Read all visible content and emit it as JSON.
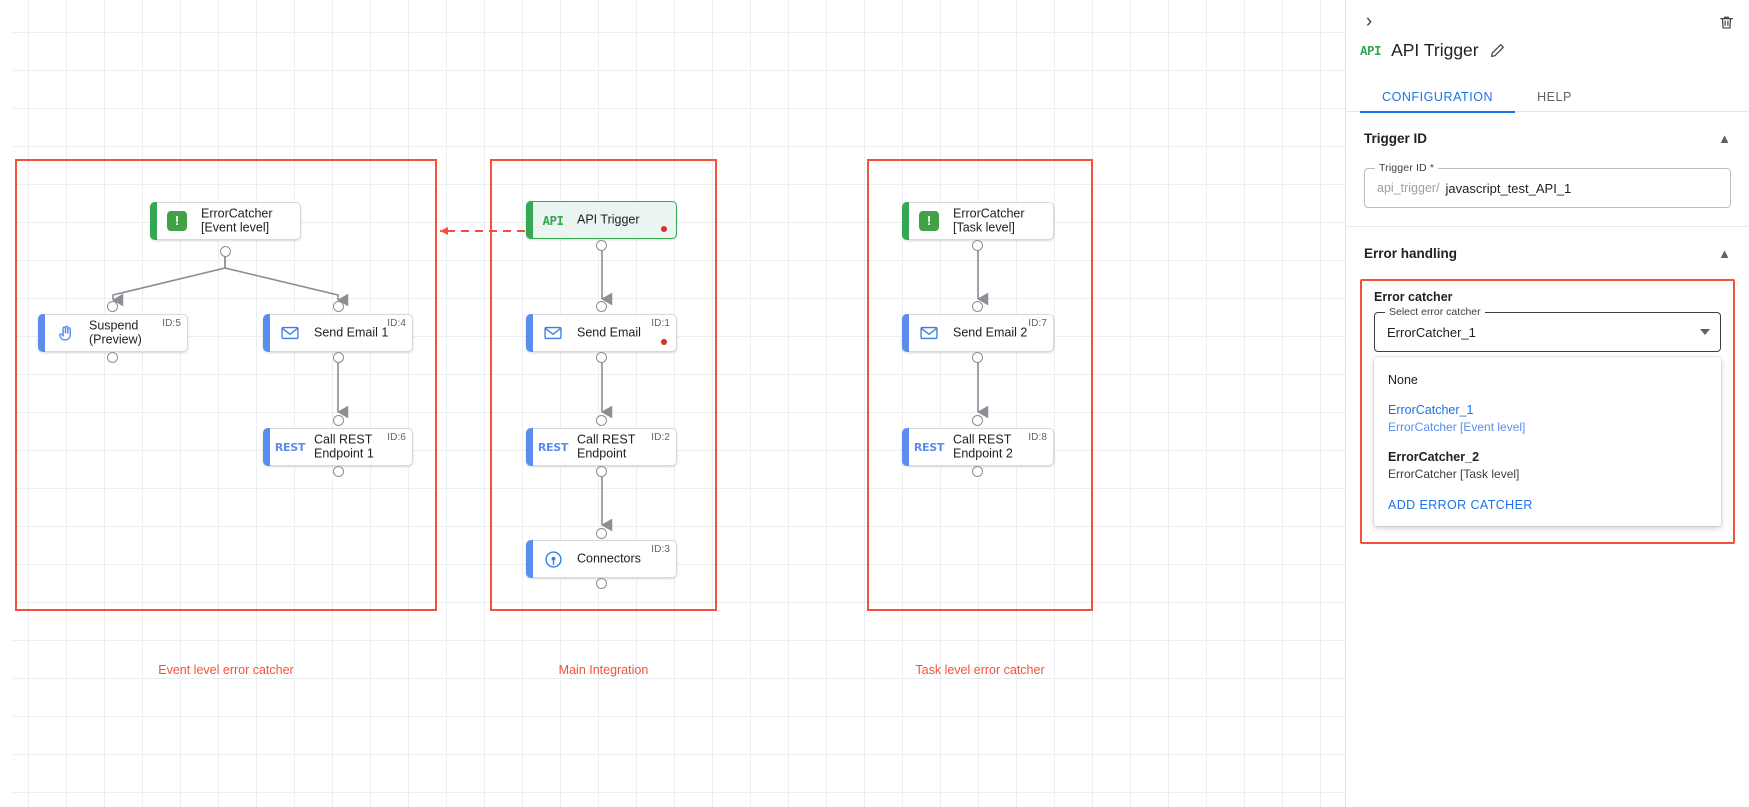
{
  "canvas": {
    "groups": [
      {
        "caption": "Event level error catcher",
        "color": "#f4503c"
      },
      {
        "caption": "Main Integration",
        "color": "#f4503c"
      },
      {
        "caption": "Task level error catcher",
        "color": "#f4503c"
      }
    ],
    "nodes": [
      {
        "key": "errorcatcher_event",
        "label": "ErrorCatcher\n[Event level]",
        "icon": "error-catcher-icon",
        "icon_text": "!",
        "id_label": "",
        "status_dot": false
      },
      {
        "key": "suspend",
        "label": "Suspend\n(Preview)",
        "icon": "hand-icon",
        "icon_text": "✋",
        "id_label": "ID:5",
        "status_dot": false
      },
      {
        "key": "send_email_1",
        "label": "Send Email 1",
        "icon": "envelope-icon",
        "icon_text": "✉",
        "id_label": "ID:4",
        "status_dot": false
      },
      {
        "key": "call_rest_1",
        "label": "Call REST\nEndpoint 1",
        "icon": "rest-icon",
        "icon_text": "REST",
        "id_label": "ID:6",
        "status_dot": false
      },
      {
        "key": "api_trigger",
        "label": "API Trigger",
        "icon": "api-icon",
        "icon_text": "API",
        "id_label": "",
        "status_dot": true
      },
      {
        "key": "send_email",
        "label": "Send Email",
        "icon": "envelope-icon",
        "icon_text": "✉",
        "id_label": "ID:1",
        "status_dot": true
      },
      {
        "key": "call_rest",
        "label": "Call REST\nEndpoint",
        "icon": "rest-icon",
        "icon_text": "REST",
        "id_label": "ID:2",
        "status_dot": false
      },
      {
        "key": "connectors",
        "label": "Connectors",
        "icon": "connectors-icon",
        "icon_text": "⚙",
        "id_label": "ID:3",
        "status_dot": false
      },
      {
        "key": "errorcatcher_task",
        "label": "ErrorCatcher\n[Task level]",
        "icon": "error-catcher-icon",
        "icon_text": "!",
        "id_label": "",
        "status_dot": false
      },
      {
        "key": "send_email_2",
        "label": "Send Email 2",
        "icon": "envelope-icon",
        "icon_text": "✉",
        "id_label": "ID:7",
        "status_dot": false
      },
      {
        "key": "call_rest_2",
        "label": "Call REST\nEndpoint 2",
        "icon": "rest-icon",
        "icon_text": "REST",
        "id_label": "ID:8",
        "status_dot": false
      }
    ]
  },
  "panel": {
    "collapse_icon": "chevron-right-icon",
    "delete_icon": "trash-icon",
    "type_badge": "API",
    "title": "API Trigger",
    "edit_icon": "pencil-icon",
    "tabs": [
      {
        "label": "CONFIGURATION",
        "active": true
      },
      {
        "label": "HELP",
        "active": false
      }
    ],
    "trigger_section": {
      "title": "Trigger ID",
      "caret": "chevron-up-icon",
      "field_legend": "Trigger ID *",
      "prefix": "api_trigger/",
      "value": "javascript_test_API_1"
    },
    "error_section": {
      "title": "Error handling",
      "caret": "chevron-up-icon",
      "box_label": "Error catcher",
      "select_legend": "Select error catcher",
      "selected": "ErrorCatcher_1",
      "dropdown_icon": "chevron-down-icon",
      "options": [
        {
          "primary": "None",
          "secondary": "",
          "selected": false
        },
        {
          "primary": "ErrorCatcher_1",
          "secondary": "ErrorCatcher [Event level]",
          "selected": true
        },
        {
          "primary": "ErrorCatcher_2",
          "secondary": "ErrorCatcher [Task level]",
          "selected": false
        }
      ],
      "action_label": "ADD ERROR CATCHER"
    }
  },
  "colors": {
    "accent": "#1a73e8",
    "danger": "#f4503c",
    "success": "#34a853",
    "node_blue": "#5b8def"
  }
}
